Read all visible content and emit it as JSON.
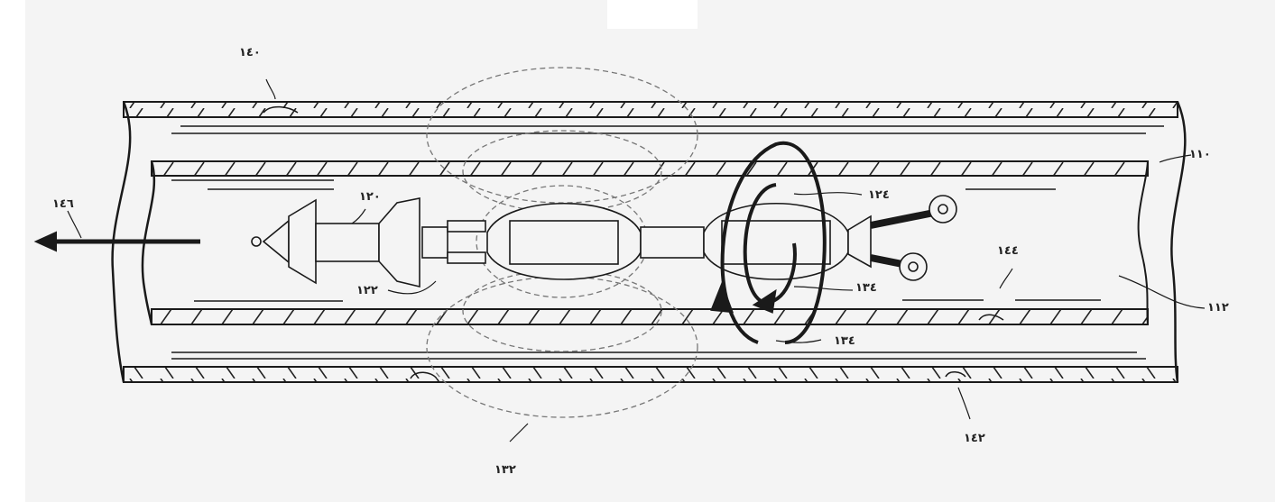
{
  "figure": {
    "labels": {
      "outer_pipe": "١١٠",
      "inner_pipe": "١١٢",
      "tool": "١٢٠",
      "tool_joint": "١٢٢",
      "sensor_module": "١٢٤",
      "field": "١٣٢",
      "rotation_inner": "١٣٤",
      "rotation_outer": "١٣٤",
      "defect_outer_top": "١٤٠",
      "defect_outer_bottom": "١٤٢",
      "defect_inner": "١٤٤",
      "direction": "١٤٦"
    },
    "line_color": "#1a1a1a",
    "background": "#f4f4f4"
  }
}
